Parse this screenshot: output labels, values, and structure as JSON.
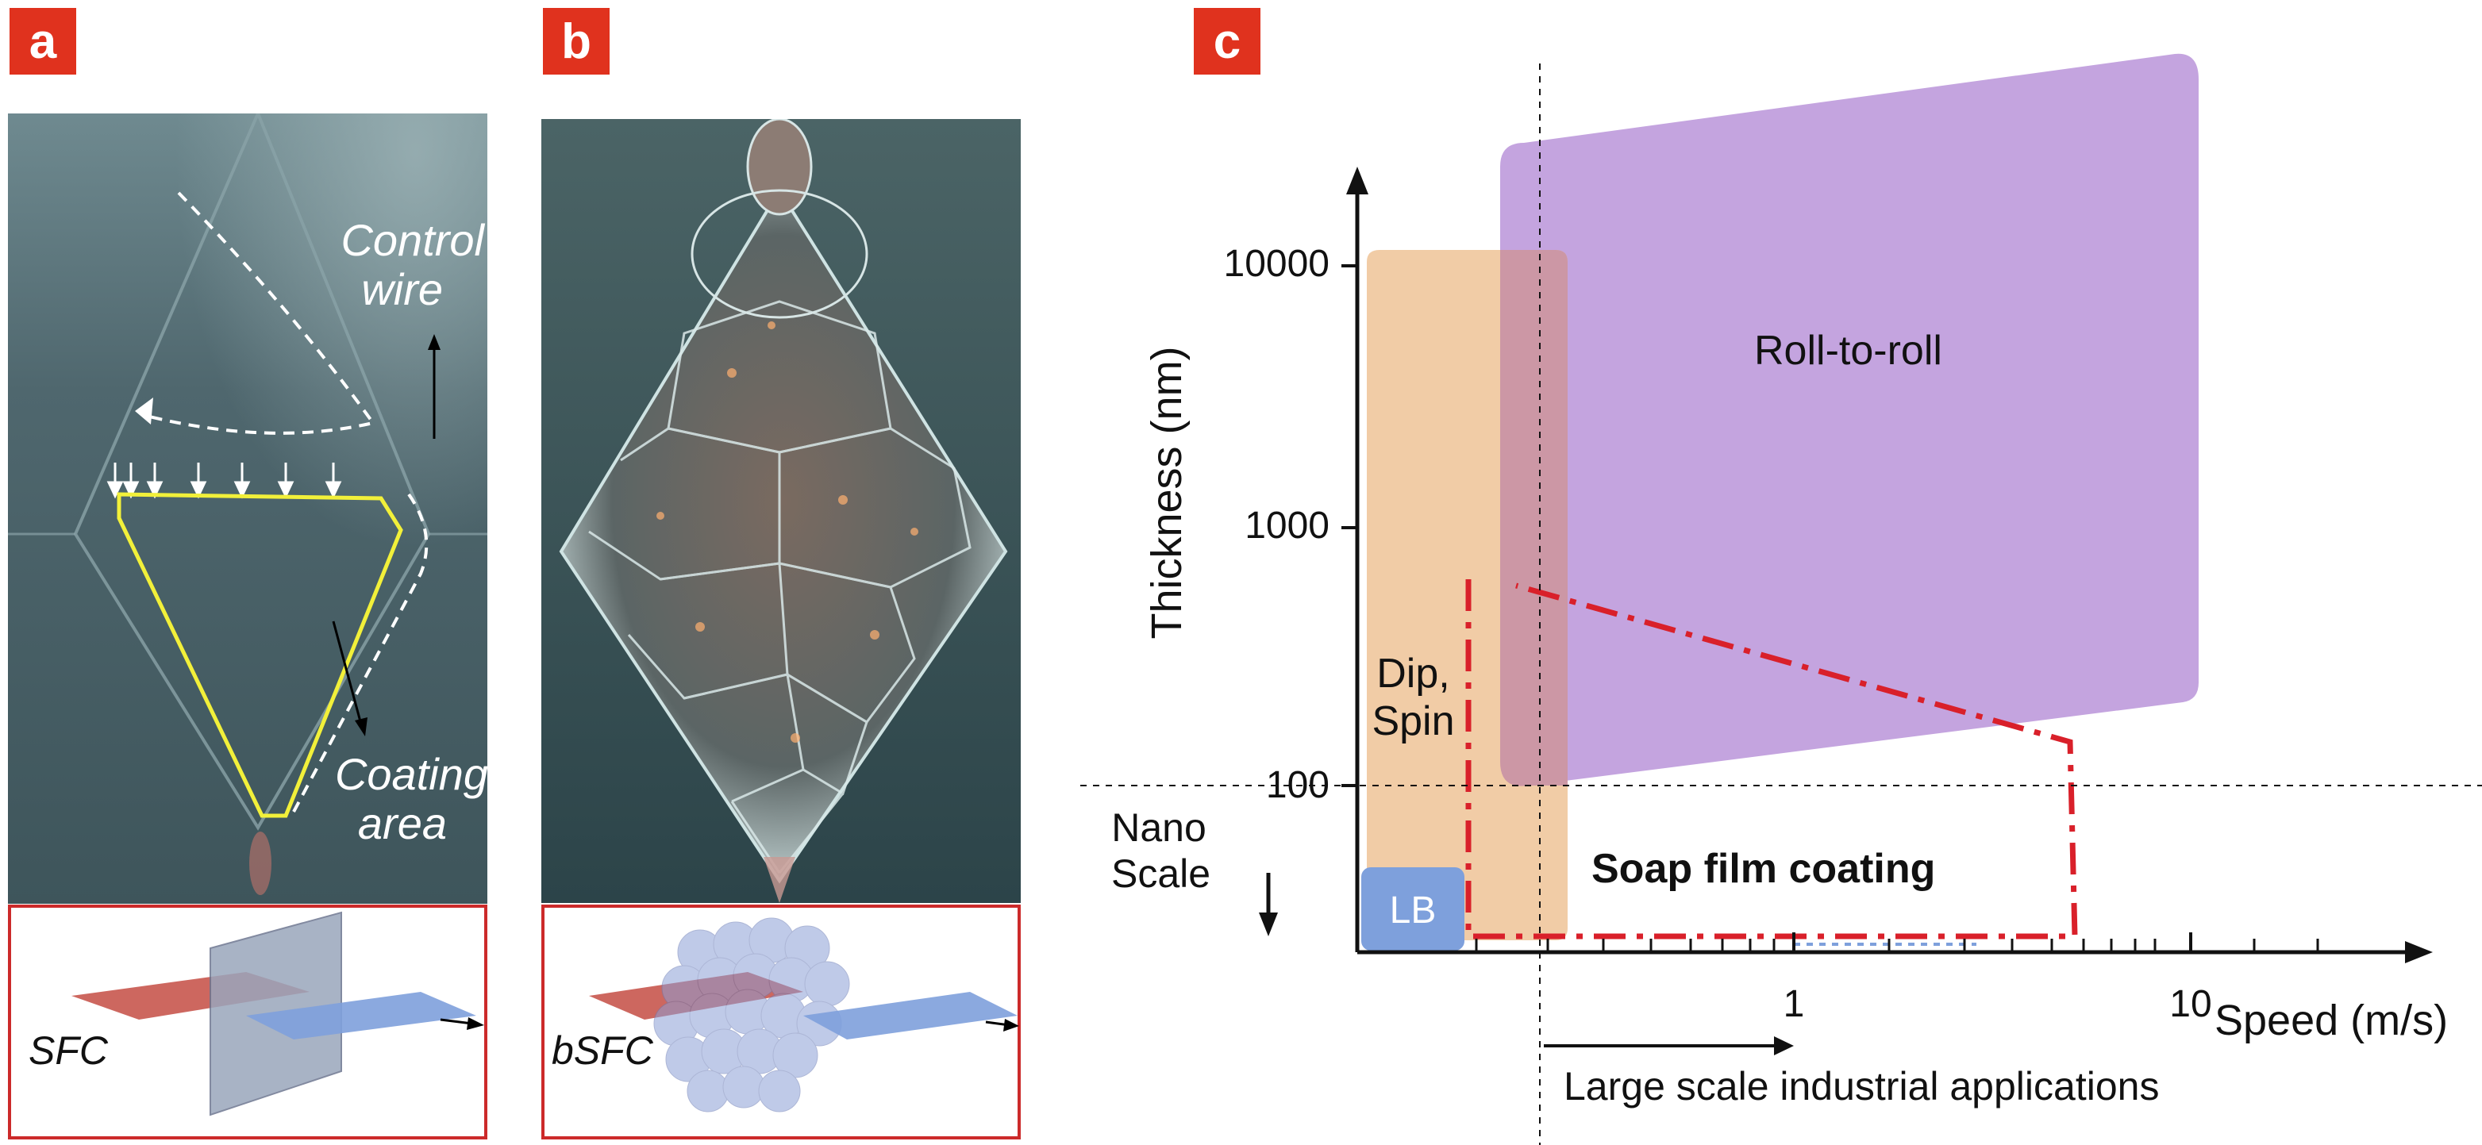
{
  "panels": {
    "a": {
      "tag": "a",
      "label_control": "Control wire",
      "label_control_l1": "Control",
      "label_control_l2": "wire",
      "label_coating_l1": "Coating",
      "label_coating_l2": "area",
      "schematic_label": "SFC"
    },
    "b": {
      "tag": "b",
      "schematic_label": "bSFC"
    },
    "c": {
      "tag": "c",
      "ylabel": "Thickness (nm)",
      "xlabel": "Speed (m/s)",
      "nano_l1": "Nano",
      "nano_l2": "Scale",
      "large_scale": "Large scale industrial applications",
      "regions": {
        "roll": "Roll-to-roll",
        "dip_l1": "Dip,",
        "dip_l2": "Spin",
        "lb": "LB",
        "soap": "Soap film coating"
      }
    }
  },
  "chart_data": {
    "type": "area",
    "xlabel": "Speed (m/s)",
    "ylabel": "Thickness (nm)",
    "y_scale": "log",
    "x_scale": "log",
    "y_ticks": [
      "100",
      "1000",
      "10000"
    ],
    "x_ticks": [
      "1",
      "10"
    ],
    "series": [
      {
        "name": "Roll-to-roll",
        "color": "#c4a4df"
      },
      {
        "name": "Dip, Spin",
        "color": "#f0c69c"
      },
      {
        "name": "LB",
        "color": "#7ea0dc"
      },
      {
        "name": "Soap film coating",
        "color": "#d9202a"
      }
    ]
  },
  "colors": {
    "tag": "#e0321e",
    "roll": "#c4a4df",
    "dip": "#f0c69c",
    "lb": "#7ea0dc",
    "soap": "#d9202a",
    "coating_outline": "#f2f03a"
  }
}
